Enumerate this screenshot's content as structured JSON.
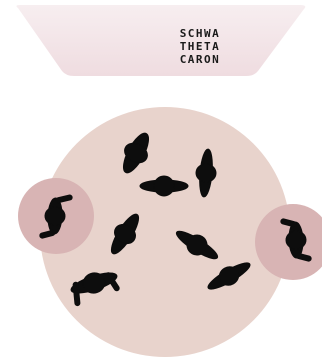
{
  "banner": {
    "lines": [
      "SCHWA",
      "THETA",
      "CARON"
    ]
  },
  "colors": {
    "banner_fill": "#f3e3e6",
    "main_circle": "#e8d3cc",
    "side_circle": "#d8b3b3",
    "shapes": "#0d0d0d"
  }
}
